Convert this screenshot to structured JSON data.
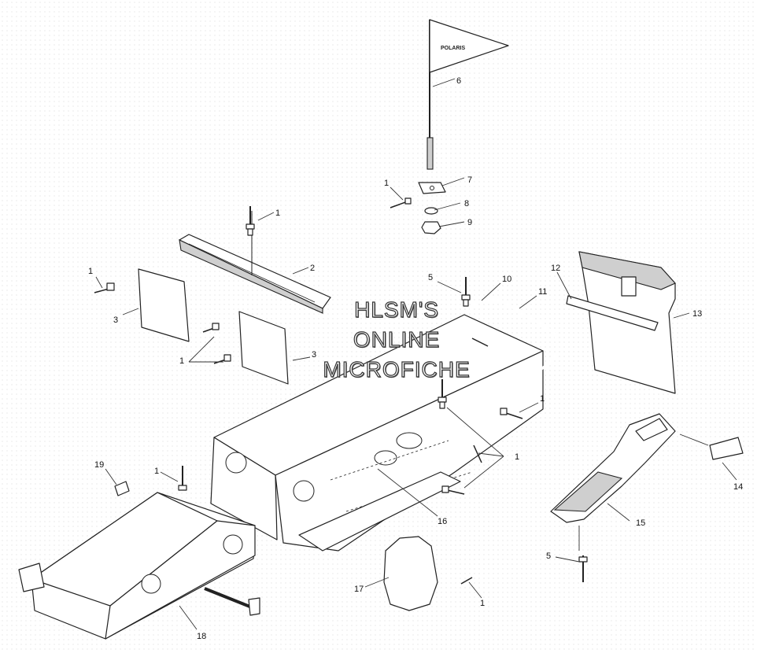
{
  "flag_text": "POLARIS",
  "watermark": {
    "line1": "HLSM'S",
    "line2": "ONLINE",
    "line3": "MICROFICHE"
  },
  "callouts": {
    "c1a": "1",
    "c1b": "1",
    "c1c": "1",
    "c1d": "1",
    "c1e": "1",
    "c1f": "1",
    "c1g": "1",
    "c1h": "1",
    "c2": "2",
    "c3a": "3",
    "c3b": "3",
    "c5a": "5",
    "c5b": "5",
    "c6": "6",
    "c7": "7",
    "c8": "8",
    "c9": "9",
    "c10": "10",
    "c11": "11",
    "c12": "12",
    "c13": "13",
    "c14": "14",
    "c15": "15",
    "c16": "16",
    "c17": "17",
    "c18": "18",
    "c19": "19"
  }
}
